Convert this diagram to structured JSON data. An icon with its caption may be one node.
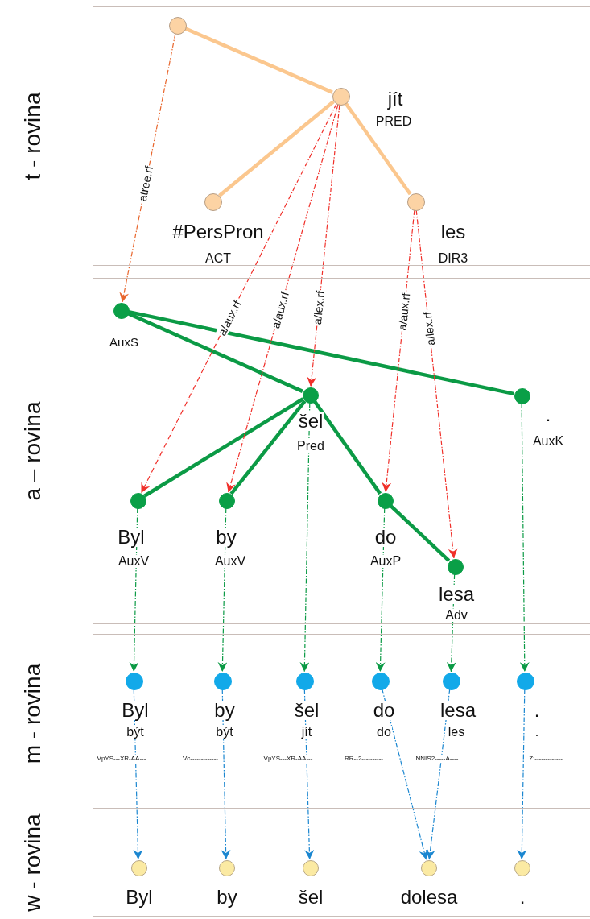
{
  "diagram": {
    "nodes": [
      {
        "text": [
          "t - rovina"
        ]
      },
      {
        "text": [],
        "shape": "circle",
        "in": 0
      },
      {
        "text": [],
        "shape": "circle",
        "in": 0,
        "beside": [
          "jít",
          "PRED"
        ]
      },
      {
        "text": [],
        "shape": "circle",
        "in": 0,
        "beside": [
          "#PersPron",
          "ACT"
        ]
      },
      {
        "text": [],
        "shape": "circle",
        "in": 0,
        "beside": [
          "les",
          "DIR3"
        ]
      },
      {
        "text": [
          "a – rovina"
        ]
      },
      {
        "text": [],
        "shape": "circle",
        "in": 5,
        "beside": [
          "AuxS"
        ]
      },
      {
        "text": [],
        "shape": "circle",
        "in": 5,
        "beside": [
          "šel",
          "Pred"
        ]
      },
      {
        "text": [],
        "shape": "circle",
        "in": 5,
        "beside": [
          ".",
          "AuxK"
        ]
      },
      {
        "text": [],
        "shape": "circle",
        "in": 5,
        "beside": [
          "Byl",
          "AuxV"
        ]
      },
      {
        "text": [],
        "shape": "circle",
        "in": 5,
        "beside": [
          "by",
          "AuxV"
        ]
      },
      {
        "text": [],
        "shape": "circle",
        "in": 5,
        "beside": [
          "do",
          "AuxP"
        ]
      },
      {
        "text": [],
        "shape": "circle",
        "in": 5,
        "beside": [
          "lesa",
          "Adv"
        ]
      },
      {
        "text": [
          "m - rovina"
        ]
      },
      {
        "text": [],
        "shape": "circle",
        "in": 13,
        "beside": [
          "Byl",
          "být",
          "VpYS---XR-AA---"
        ]
      },
      {
        "text": [],
        "shape": "circle",
        "in": 13,
        "beside": [
          "by",
          "být",
          "Vc-------------"
        ]
      },
      {
        "text": [],
        "shape": "circle",
        "in": 13,
        "beside": [
          "šel",
          "jít",
          "VpYS---XR-AA---"
        ]
      },
      {
        "text": [],
        "shape": "circle",
        "in": 13,
        "beside": [
          "do",
          "do",
          "RR--2----------"
        ]
      },
      {
        "text": [],
        "shape": "circle",
        "in": 13,
        "beside": [
          "lesa",
          "les",
          "NNIS2-----A----"
        ]
      },
      {
        "text": [],
        "shape": "circle",
        "in": 13,
        "beside": [
          ".",
          ".",
          "Z:-------------"
        ]
      },
      {
        "text": [
          "w - rovina"
        ]
      },
      {
        "text": [],
        "shape": "circle",
        "in": 20,
        "beside": [
          "Byl"
        ]
      },
      {
        "text": [],
        "shape": "circle",
        "in": 20,
        "beside": [
          "by"
        ]
      },
      {
        "text": [],
        "shape": "circle",
        "in": 20,
        "beside": [
          "šel"
        ]
      },
      {
        "text": [],
        "shape": "circle",
        "in": 20,
        "beside": [
          "dolesa"
        ]
      },
      {
        "text": [],
        "shape": "circle",
        "in": 20,
        "beside": [
          "."
        ]
      }
    ],
    "edges": [
      {
        "from": 1,
        "to": 2,
        "arrow": "none",
        "style": "thick",
        "color": "#fbc78e"
      },
      {
        "from": 2,
        "to": 3,
        "arrow": "none",
        "style": "thick",
        "color": "#fbc78e"
      },
      {
        "from": 2,
        "to": 4,
        "arrow": "none",
        "style": "thick",
        "color": "#fbc78e"
      },
      {
        "from": 6,
        "to": 7,
        "arrow": "none",
        "style": "thick",
        "color": "#0b9a45"
      },
      {
        "from": 6,
        "to": 8,
        "arrow": "none",
        "style": "thick",
        "color": "#0b9a45"
      },
      {
        "from": 7,
        "to": 9,
        "arrow": "none",
        "style": "thick",
        "color": "#0b9a45"
      },
      {
        "from": 7,
        "to": 10,
        "arrow": "none",
        "style": "thick",
        "color": "#0b9a45"
      },
      {
        "from": 7,
        "to": 11,
        "arrow": "none",
        "style": "thick",
        "color": "#0b9a45"
      },
      {
        "from": 11,
        "to": 12,
        "arrow": "none",
        "style": "thick",
        "color": "#0b9a45"
      },
      {
        "from": 1,
        "to": 6,
        "arrow": "to",
        "label": "atree.rf",
        "style": "dashed",
        "color": "#e8652b"
      },
      {
        "from": 2,
        "to": 9,
        "arrow": "to",
        "label": "a/aux.rf",
        "style": "dashed",
        "color": "#f0302a"
      },
      {
        "from": 2,
        "to": 10,
        "arrow": "to",
        "label": "a/aux.rf",
        "style": "dashed",
        "color": "#f0302a"
      },
      {
        "from": 2,
        "to": 7,
        "arrow": "to",
        "label": "a/lex.rf",
        "style": "dashed",
        "color": "#f0302a"
      },
      {
        "from": 4,
        "to": 11,
        "arrow": "to",
        "label": "a/aux.rf",
        "style": "dashed",
        "color": "#f0302a"
      },
      {
        "from": 4,
        "to": 12,
        "arrow": "to",
        "label": "a/lex.rf",
        "style": "dashed",
        "color": "#f0302a"
      },
      {
        "from": 9,
        "to": 14,
        "arrow": "to",
        "style": "dashed",
        "color": "#0b9a45"
      },
      {
        "from": 10,
        "to": 15,
        "arrow": "to",
        "style": "dashed",
        "color": "#0b9a45"
      },
      {
        "from": 7,
        "to": 16,
        "arrow": "to",
        "style": "dashed",
        "color": "#0b9a45"
      },
      {
        "from": 11,
        "to": 17,
        "arrow": "to",
        "style": "dashed",
        "color": "#0b9a45"
      },
      {
        "from": 12,
        "to": 18,
        "arrow": "to",
        "style": "dashed",
        "color": "#0b9a45"
      },
      {
        "from": 8,
        "to": 19,
        "arrow": "to",
        "style": "dashed",
        "color": "#0b9a45"
      },
      {
        "from": 14,
        "to": 21,
        "arrow": "to",
        "style": "dashed",
        "color": "#1a86d0"
      },
      {
        "from": 15,
        "to": 22,
        "arrow": "to",
        "style": "dashed",
        "color": "#1a86d0"
      },
      {
        "from": 16,
        "to": 23,
        "arrow": "to",
        "style": "dashed",
        "color": "#1a86d0"
      },
      {
        "from": 17,
        "to": 24,
        "arrow": "to",
        "style": "dashed",
        "color": "#1a86d0"
      },
      {
        "from": 18,
        "to": 24,
        "arrow": "to",
        "style": "dashed",
        "color": "#1a86d0"
      },
      {
        "from": 19,
        "to": 25,
        "arrow": "to",
        "style": "dashed",
        "color": "#1a86d0"
      }
    ]
  }
}
